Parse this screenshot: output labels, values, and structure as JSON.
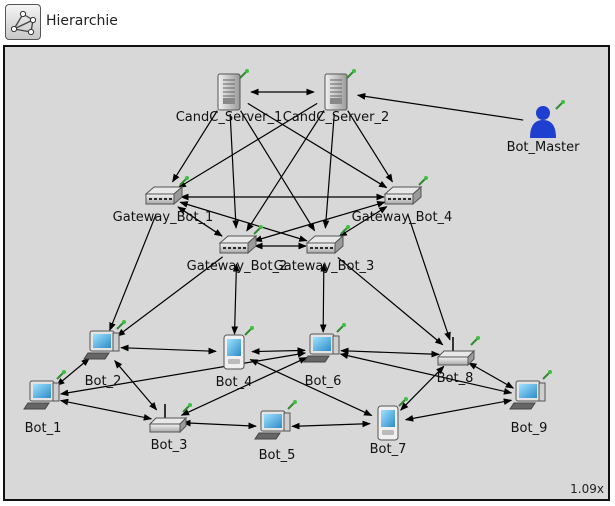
{
  "header": {
    "title": "Hierarchie",
    "icon": "network-module-icon"
  },
  "canvas": {
    "zoom": "1.09x",
    "background": "#d8d8d8"
  },
  "nodes": [
    {
      "id": "candc1",
      "label": "CandC_Server_1",
      "kind": "server"
    },
    {
      "id": "candc2",
      "label": "CandC_Server_2",
      "kind": "server"
    },
    {
      "id": "master",
      "label": "Bot_Master",
      "kind": "person"
    },
    {
      "id": "gw1",
      "label": "Gateway_Bot_1",
      "kind": "switch"
    },
    {
      "id": "gw4",
      "label": "Gateway_Bot_4",
      "kind": "switch"
    },
    {
      "id": "gw2",
      "label": "Gateway_Bot_2",
      "kind": "switch"
    },
    {
      "id": "gw3",
      "label": "Gateway_Bot_3",
      "kind": "switch"
    },
    {
      "id": "bot1",
      "label": "Bot_1",
      "kind": "pc"
    },
    {
      "id": "bot2",
      "label": "Bot_2",
      "kind": "pc"
    },
    {
      "id": "bot3",
      "label": "Bot_3",
      "kind": "router"
    },
    {
      "id": "bot4",
      "label": "Bot_4",
      "kind": "pda"
    },
    {
      "id": "bot5",
      "label": "Bot_5",
      "kind": "pc"
    },
    {
      "id": "bot6",
      "label": "Bot_6",
      "kind": "pc"
    },
    {
      "id": "bot7",
      "label": "Bot_7",
      "kind": "pda"
    },
    {
      "id": "bot8",
      "label": "Bot_8",
      "kind": "router"
    },
    {
      "id": "bot9",
      "label": "Bot_9",
      "kind": "pc"
    }
  ],
  "edges": [
    {
      "from": "candc1",
      "to": "candc2",
      "bidirectional": true
    },
    {
      "from": "master",
      "to": "candc2",
      "bidirectional": false
    },
    {
      "from": "candc1",
      "to": "gw1",
      "bidirectional": false
    },
    {
      "from": "candc1",
      "to": "gw4",
      "bidirectional": false
    },
    {
      "from": "candc1",
      "to": "gw2",
      "bidirectional": false
    },
    {
      "from": "candc1",
      "to": "gw3",
      "bidirectional": false
    },
    {
      "from": "candc2",
      "to": "gw1",
      "bidirectional": false
    },
    {
      "from": "candc2",
      "to": "gw4",
      "bidirectional": false
    },
    {
      "from": "candc2",
      "to": "gw2",
      "bidirectional": false
    },
    {
      "from": "candc2",
      "to": "gw3",
      "bidirectional": false
    },
    {
      "from": "gw1",
      "to": "gw4",
      "bidirectional": true
    },
    {
      "from": "gw2",
      "to": "gw3",
      "bidirectional": true
    },
    {
      "from": "gw1",
      "to": "gw2",
      "bidirectional": true
    },
    {
      "from": "gw1",
      "to": "gw3",
      "bidirectional": true
    },
    {
      "from": "gw4",
      "to": "gw2",
      "bidirectional": true
    },
    {
      "from": "gw4",
      "to": "gw3",
      "bidirectional": true
    },
    {
      "from": "gw1",
      "to": "bot2",
      "bidirectional": false
    },
    {
      "from": "gw2",
      "to": "bot4",
      "bidirectional": true
    },
    {
      "from": "gw2",
      "to": "bot2",
      "bidirectional": false
    },
    {
      "from": "gw3",
      "to": "bot6",
      "bidirectional": true
    },
    {
      "from": "gw3",
      "to": "bot8",
      "bidirectional": false
    },
    {
      "from": "gw4",
      "to": "bot8",
      "bidirectional": false
    },
    {
      "from": "bot2",
      "to": "bot4",
      "bidirectional": true
    },
    {
      "from": "bot4",
      "to": "bot6",
      "bidirectional": true
    },
    {
      "from": "bot6",
      "to": "bot8",
      "bidirectional": true
    },
    {
      "from": "bot2",
      "to": "bot1",
      "bidirectional": true
    },
    {
      "from": "bot2",
      "to": "bot3",
      "bidirectional": true
    },
    {
      "from": "bot1",
      "to": "bot3",
      "bidirectional": true
    },
    {
      "from": "bot1",
      "to": "bot6",
      "bidirectional": true
    },
    {
      "from": "bot3",
      "to": "bot5",
      "bidirectional": true
    },
    {
      "from": "bot5",
      "to": "bot7",
      "bidirectional": true
    },
    {
      "from": "bot3",
      "to": "bot6",
      "bidirectional": true
    },
    {
      "from": "bot4",
      "to": "bot7",
      "bidirectional": true
    },
    {
      "from": "bot7",
      "to": "bot9",
      "bidirectional": true
    },
    {
      "from": "bot8",
      "to": "bot9",
      "bidirectional": true
    },
    {
      "from": "bot8",
      "to": "bot7",
      "bidirectional": true
    },
    {
      "from": "bot6",
      "to": "bot9",
      "bidirectional": true
    }
  ]
}
